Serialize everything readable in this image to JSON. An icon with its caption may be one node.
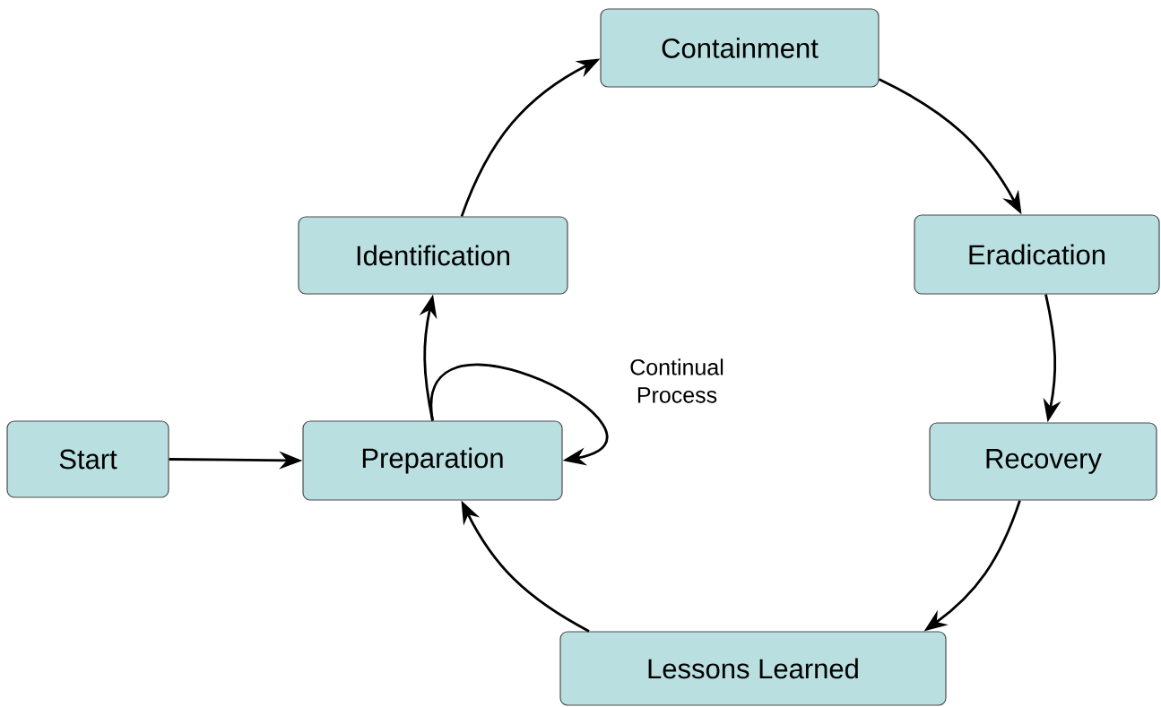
{
  "diagram": {
    "nodes": [
      {
        "text": [
          "Start"
        ]
      },
      {
        "text": [
          "Preparation"
        ]
      },
      {
        "text": [
          "Identification"
        ]
      },
      {
        "text": [
          "Containment"
        ]
      },
      {
        "text": [
          "Eradication"
        ]
      },
      {
        "text": [
          "Recovery"
        ]
      },
      {
        "text": [
          "Lessons Learned"
        ]
      }
    ],
    "edges": [
      {
        "from": 0,
        "to": 1,
        "arrow": "to"
      },
      {
        "from": 1,
        "to": 2,
        "arrow": "to"
      },
      {
        "from": 2,
        "to": 3,
        "arrow": "to"
      },
      {
        "from": 3,
        "to": 4,
        "arrow": "to"
      },
      {
        "from": 4,
        "to": 5,
        "arrow": "to"
      },
      {
        "from": 5,
        "to": 6,
        "arrow": "to"
      },
      {
        "from": 6,
        "to": 1,
        "arrow": "to"
      },
      {
        "from": 1,
        "to": 1,
        "arrow": "to",
        "label": "Continual Process"
      }
    ]
  }
}
